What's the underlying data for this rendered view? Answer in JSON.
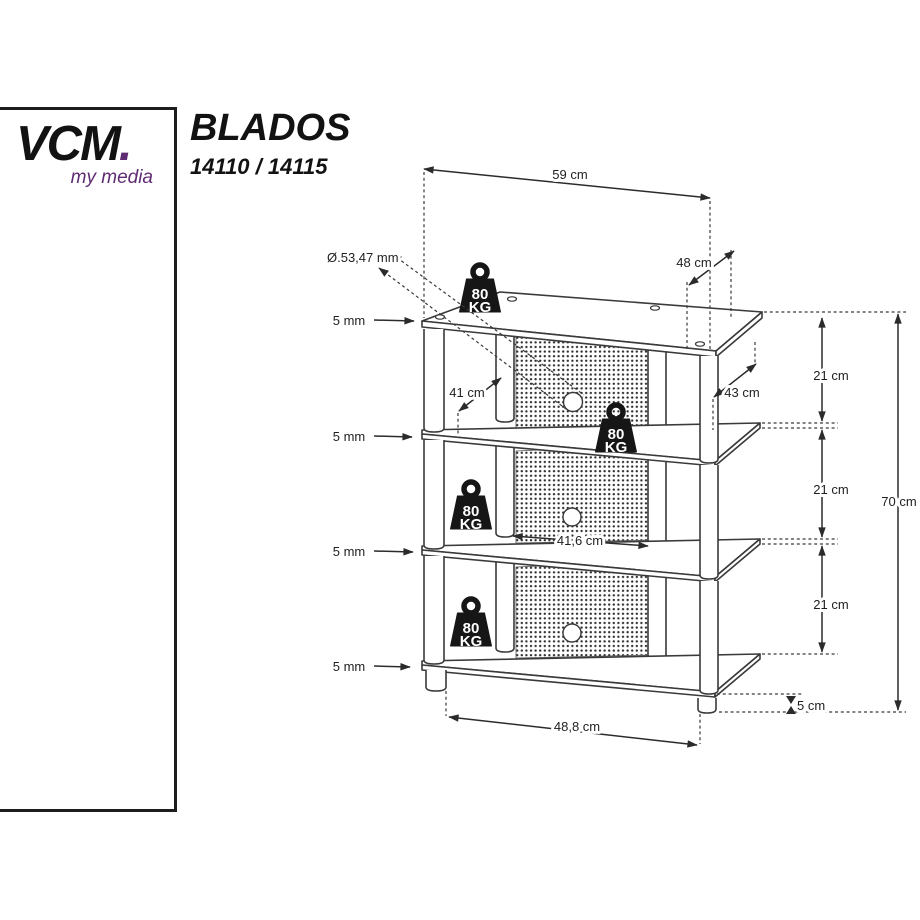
{
  "logo": {
    "brand": "VCM",
    "dot": ".",
    "tagline": "my media",
    "accent_color": "#5f2b73"
  },
  "product": {
    "name": "BLADOS",
    "models": "14110 / 14115"
  },
  "weight_capacity": {
    "value": "80",
    "unit": "KG"
  },
  "dimensions": {
    "top_width": "59 cm",
    "top_depth": "48 cm",
    "cable_hole_diameter": "Ø.53,47 mm",
    "glass_thickness": "5 mm",
    "front_to_back_leg_distance": "41 cm",
    "side_depth": "43 cm",
    "shelf_clearance": "21 cm",
    "total_height": "70 cm",
    "inner_width": "41,6 cm",
    "bottom_width": "48,8 cm",
    "foot_height": "5 cm"
  },
  "colors": {
    "line": "#3a3a3a",
    "weight_fill": "#161616",
    "accent": "#5f2b73",
    "background": "#ffffff"
  }
}
